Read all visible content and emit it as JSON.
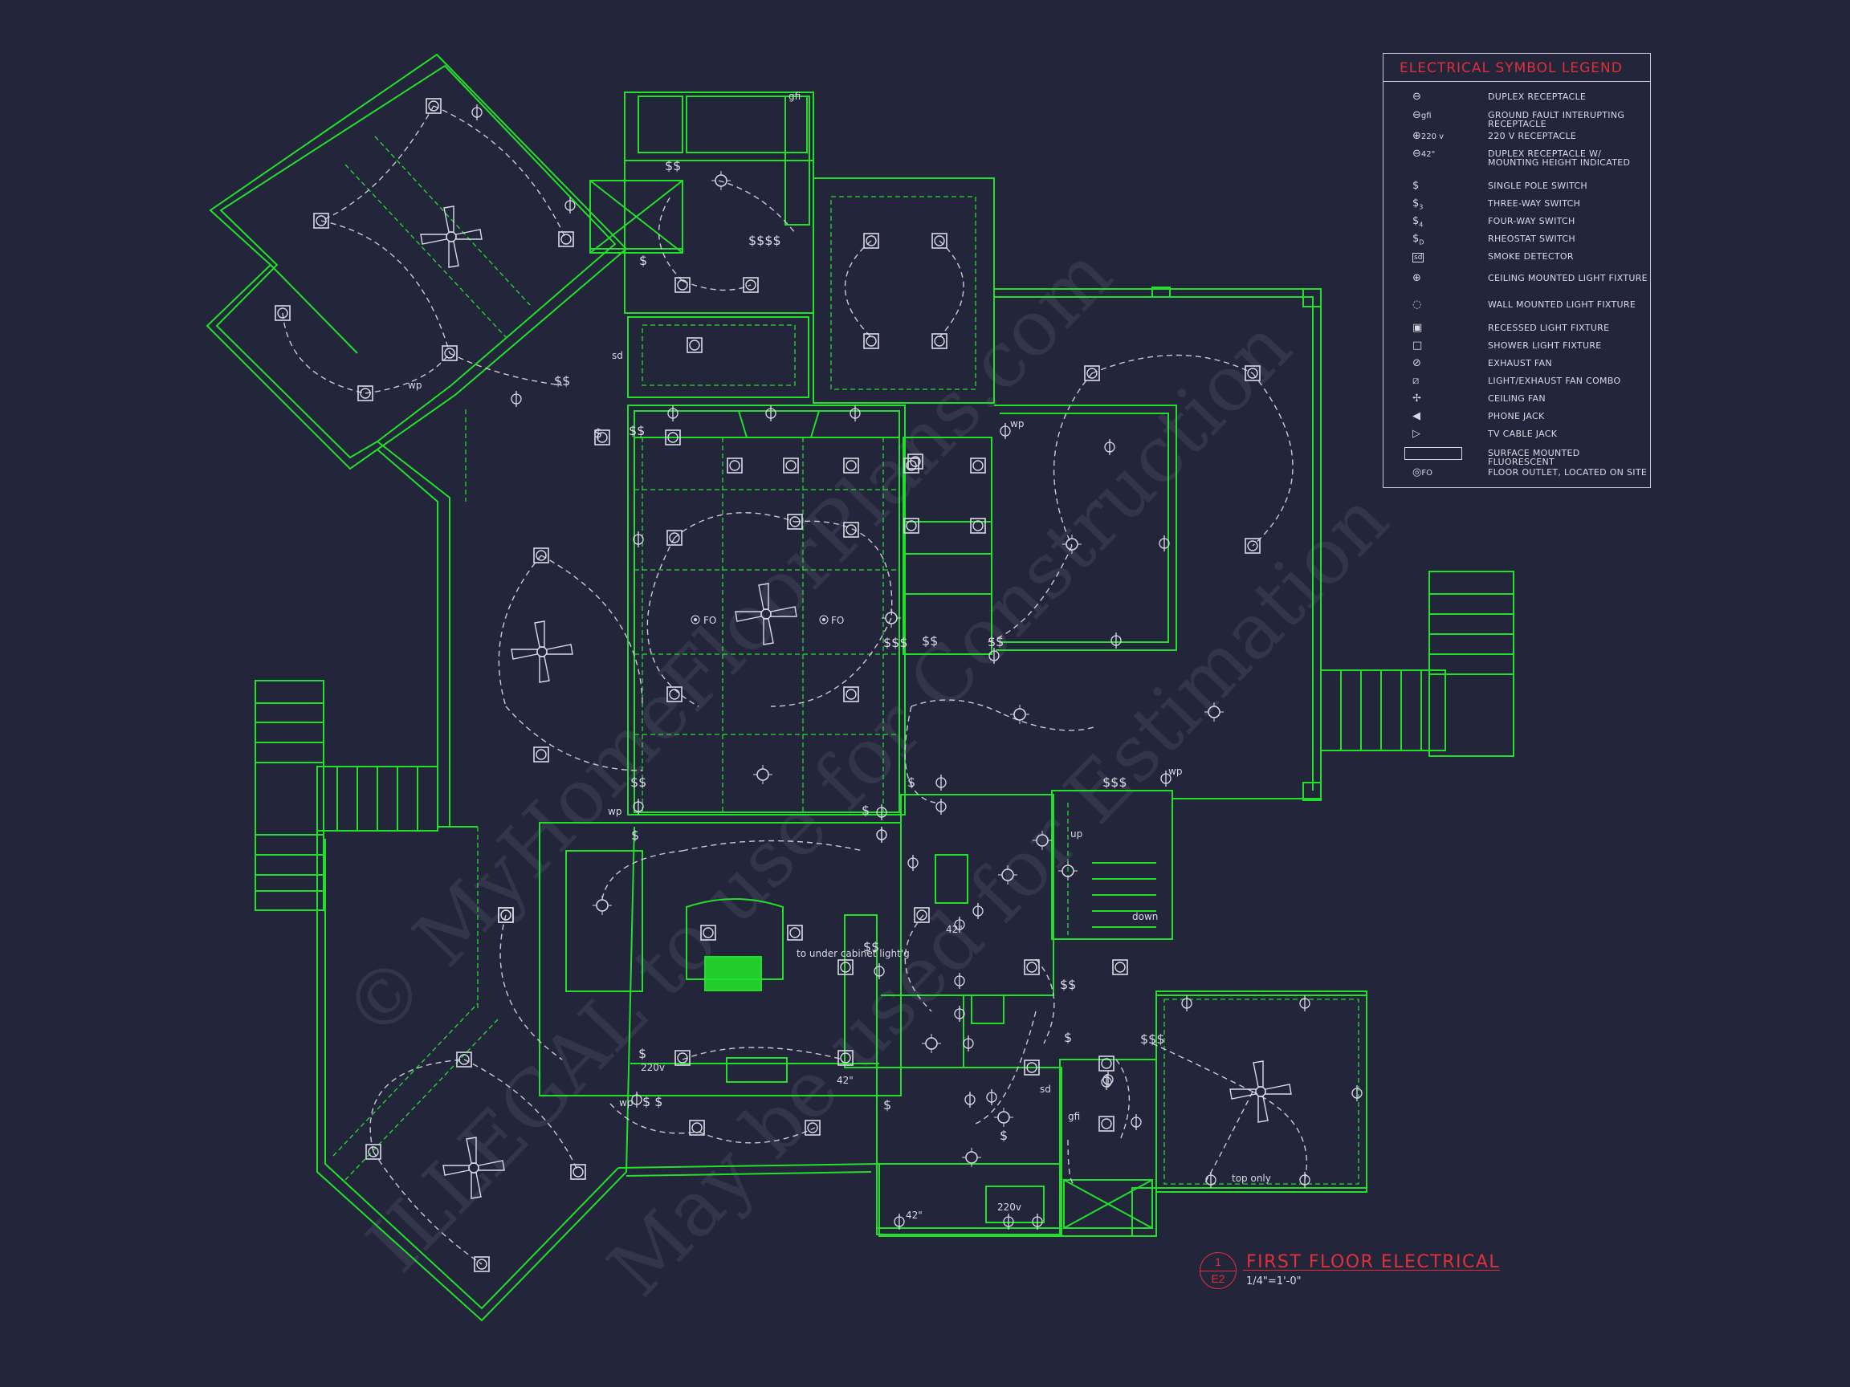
{
  "legend": {
    "title": "ELECTRICAL SYMBOL LEGEND",
    "items": [
      {
        "symbol": "duplex-receptacle-icon",
        "label": "DUPLEX RECEPTACLE"
      },
      {
        "symbol": "gfi-receptacle-icon",
        "label": "GROUND FAULT INTERUPTING RECEPTACLE",
        "tag": "gfi"
      },
      {
        "symbol": "220v-receptacle-icon",
        "label": "220 V RECEPTACLE",
        "tag": "220 v"
      },
      {
        "symbol": "receptacle-42-icon",
        "label": "DUPLEX RECEPTACLE W/ MOUNTING HEIGHT INDICATED",
        "tag": "42\""
      },
      {
        "symbol": "single-pole-switch-icon",
        "label": "SINGLE POLE SWITCH"
      },
      {
        "symbol": "three-way-switch-icon",
        "label": "THREE-WAY SWITCH"
      },
      {
        "symbol": "four-way-switch-icon",
        "label": "FOUR-WAY SWITCH"
      },
      {
        "symbol": "rheostat-switch-icon",
        "label": "RHEOSTAT SWITCH"
      },
      {
        "symbol": "smoke-detector-icon",
        "label": "SMOKE DETECTOR",
        "tag": "sd"
      },
      {
        "symbol": "ceiling-light-icon",
        "label": "CEILING MOUNTED LIGHT FIXTURE"
      },
      {
        "symbol": "wall-light-icon",
        "label": "WALL MOUNTED LIGHT FIXTURE"
      },
      {
        "symbol": "recessed-light-icon",
        "label": "RECESSED LIGHT FIXTURE"
      },
      {
        "symbol": "shower-light-icon",
        "label": "SHOWER LIGHT FIXTURE"
      },
      {
        "symbol": "exhaust-fan-icon",
        "label": "EXHAUST FAN"
      },
      {
        "symbol": "light-exhaust-fan-icon",
        "label": "LIGHT/EXHAUST FAN COMBO"
      },
      {
        "symbol": "ceiling-fan-icon",
        "label": "CEILING FAN"
      },
      {
        "symbol": "phone-jack-icon",
        "label": "PHONE JACK"
      },
      {
        "symbol": "tv-cable-jack-icon",
        "label": "TV CABLE JACK"
      },
      {
        "symbol": "fluorescent-icon",
        "label": "SURFACE MOUNTED FLUORESCENT"
      },
      {
        "symbol": "floor-outlet-icon",
        "label": "FLOOR OUTLET, LOCATED ON SITE",
        "tag": "FO"
      }
    ]
  },
  "title_block": {
    "detail_number": "1",
    "sheet": "E2",
    "title": "FIRST FLOOR ELECTRICAL",
    "scale": "1/4\"=1'-0\""
  },
  "notes": {
    "under_cabinet": "to under cabinet light'g",
    "top_only": "top only",
    "up": "up",
    "down": "down",
    "fo_left": "FO",
    "fo_right": "FO",
    "v220_kitchen": "220v",
    "v220_laundry": "220v",
    "h42": "42\"",
    "wp": "wp",
    "gfi": "gfi",
    "sd": "sd"
  },
  "watermarks": [
    "© MyHomeFloorPlans.com",
    "ILLEGAL to use for Construction",
    "May be used for Estimation"
  ],
  "colors": {
    "background": "#23253a",
    "walls": "#22e02a",
    "circuits": "#c9c9d6",
    "annotation_red": "#e0303a"
  }
}
